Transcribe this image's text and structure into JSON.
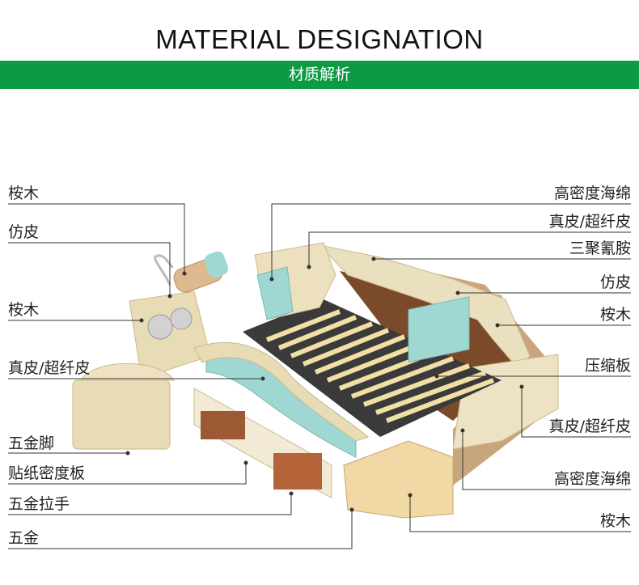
{
  "header": {
    "title": "MATERIAL DESIGNATION",
    "subtitle": "材质解析"
  },
  "labels_left": [
    {
      "text": "桉木"
    },
    {
      "text": "仿皮"
    },
    {
      "text": "桉木"
    },
    {
      "text": "真皮/超纤皮"
    },
    {
      "text": "五金脚"
    },
    {
      "text": "贴纸密度板"
    },
    {
      "text": "五金拉手"
    },
    {
      "text": "五金"
    }
  ],
  "labels_right": [
    {
      "text": "高密度海绵"
    },
    {
      "text": "真皮/超纤皮"
    },
    {
      "text": "三聚氰胺"
    },
    {
      "text": "仿皮"
    },
    {
      "text": "桉木"
    },
    {
      "text": "压缩板"
    },
    {
      "text": "真皮/超纤皮"
    },
    {
      "text": "高密度海绵"
    },
    {
      "text": "桉木"
    }
  ],
  "colors": {
    "band": "#0c9a45",
    "cream": "#e8dcb6",
    "teal": "#9fd8d2",
    "wood": "#b5643a",
    "slat": "#f1dfa6"
  }
}
